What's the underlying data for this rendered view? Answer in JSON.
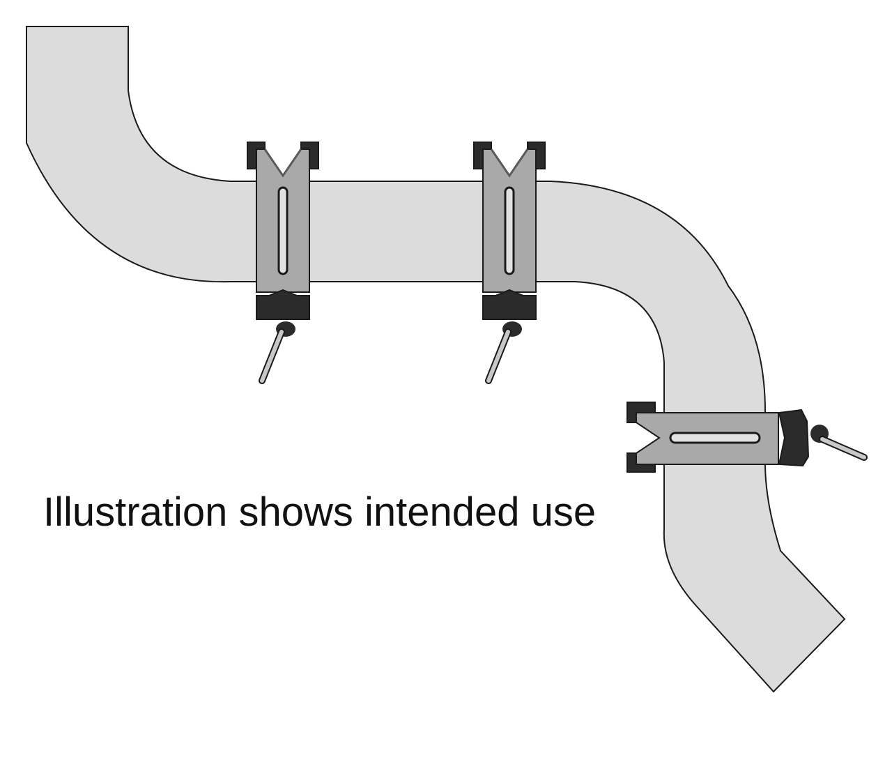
{
  "caption": "Illustration shows intended use",
  "colors": {
    "pipe_fill": "#dcdcdc",
    "pipe_outline": "#1a1a1a",
    "bracket_body": "#a9a9a9",
    "bracket_dark": "#2b2b2b",
    "slot_fill": "#e2e2e2",
    "pin": "#c8c8c8"
  },
  "figure": {
    "pipe": "pipe-section",
    "brackets": [
      {
        "orientation": "vertical",
        "icon": "pipe-clamp"
      },
      {
        "orientation": "vertical",
        "icon": "pipe-clamp"
      },
      {
        "orientation": "horizontal",
        "icon": "pipe-clamp"
      }
    ]
  }
}
